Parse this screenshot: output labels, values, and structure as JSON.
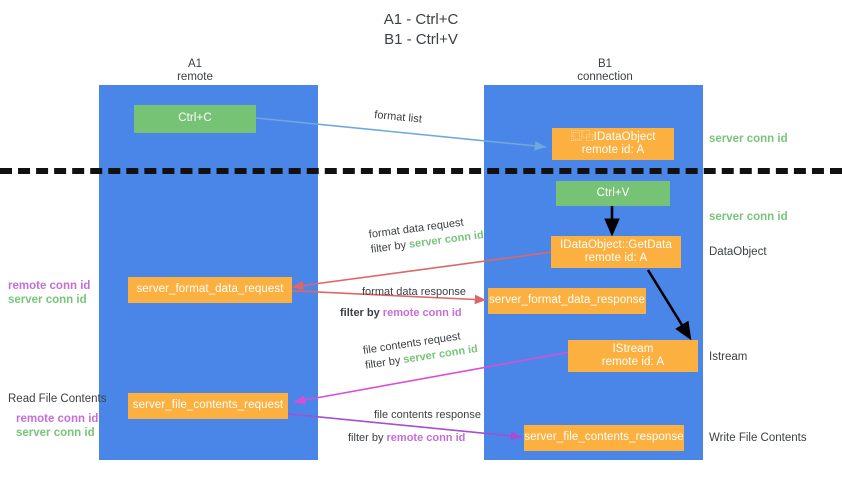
{
  "title": {
    "line1": "A1 - Ctrl+C",
    "line2": "B1 - Ctrl+V"
  },
  "columns": [
    {
      "id": "a1",
      "name": "A1",
      "subtitle": "remote"
    },
    {
      "id": "b1",
      "name": "B1",
      "subtitle": "connection"
    }
  ],
  "nodes": {
    "ctrl_c": {
      "line1": "Ctrl+C",
      "line2": "",
      "color": "#77c376"
    },
    "idataobject": {
      "line1": "⿴⿻IDataObject",
      "line2": "remote id: A",
      "color": "#fbb040"
    },
    "ctrl_v": {
      "line1": "Ctrl+V",
      "line2": "",
      "color": "#77c376"
    },
    "getdata": {
      "line1": "IDataObject::GetData",
      "line2": "remote id: A",
      "color": "#fbb040"
    },
    "fmt_req": {
      "line1": "server_format_data_request",
      "line2": "",
      "color": "#fbb040"
    },
    "fmt_resp": {
      "line1": "server_format_data_response",
      "line2": "",
      "color": "#fbb040"
    },
    "istream": {
      "line1": "IStream",
      "line2": "remote id: A",
      "color": "#fbb040"
    },
    "file_req": {
      "line1": "server_file_contents_request",
      "line2": "",
      "color": "#fbb040"
    },
    "file_resp": {
      "line1": "server_file_contents_response",
      "line2": "",
      "color": "#fbb040"
    }
  },
  "edges": {
    "format_list": {
      "text": "format list"
    },
    "fmt_req_l1": {
      "text": "format data request"
    },
    "fmt_req_l2a": {
      "text": "filter by "
    },
    "fmt_req_l2b": {
      "text": "server conn id"
    },
    "fmt_resp_l1": {
      "text": "format data response"
    },
    "fmt_resp_l2a": {
      "text": "filter by "
    },
    "fmt_resp_l2b": {
      "text": "remote conn id"
    },
    "file_req_l1": {
      "text": "file contents request"
    },
    "file_req_l2a": {
      "text": "filter by "
    },
    "file_req_l2b": {
      "text": "server conn id"
    },
    "file_resp_l1": {
      "text": "file contents response"
    },
    "file_resp_l2a": {
      "text": "filter by "
    },
    "file_resp_l2b": {
      "text": "remote conn id"
    }
  },
  "annotations": {
    "right_server_conn_1": "server conn id",
    "right_server_conn_2": "server conn id",
    "right_dataobject": "DataObject",
    "right_istream": "Istream",
    "right_write_file": "Write File Contents",
    "left_remote_conn_1": "remote conn id",
    "left_server_conn_1": "server conn id",
    "left_read_file": "Read File Contents",
    "left_remote_conn_2": "remote conn id",
    "left_server_conn_2": "server conn id"
  },
  "colors": {
    "band": "#4a86e8",
    "green_node": "#77c376",
    "orange_node": "#fbb040",
    "green_text": "#78c47a",
    "purple_text": "#c56fd6",
    "arrow_blue": "#6fa8dc",
    "arrow_red": "#e06666",
    "arrow_magenta": "#d64fd6",
    "arrow_purple": "#a64dd6",
    "arrow_black": "#000000",
    "separator": "#111111"
  }
}
